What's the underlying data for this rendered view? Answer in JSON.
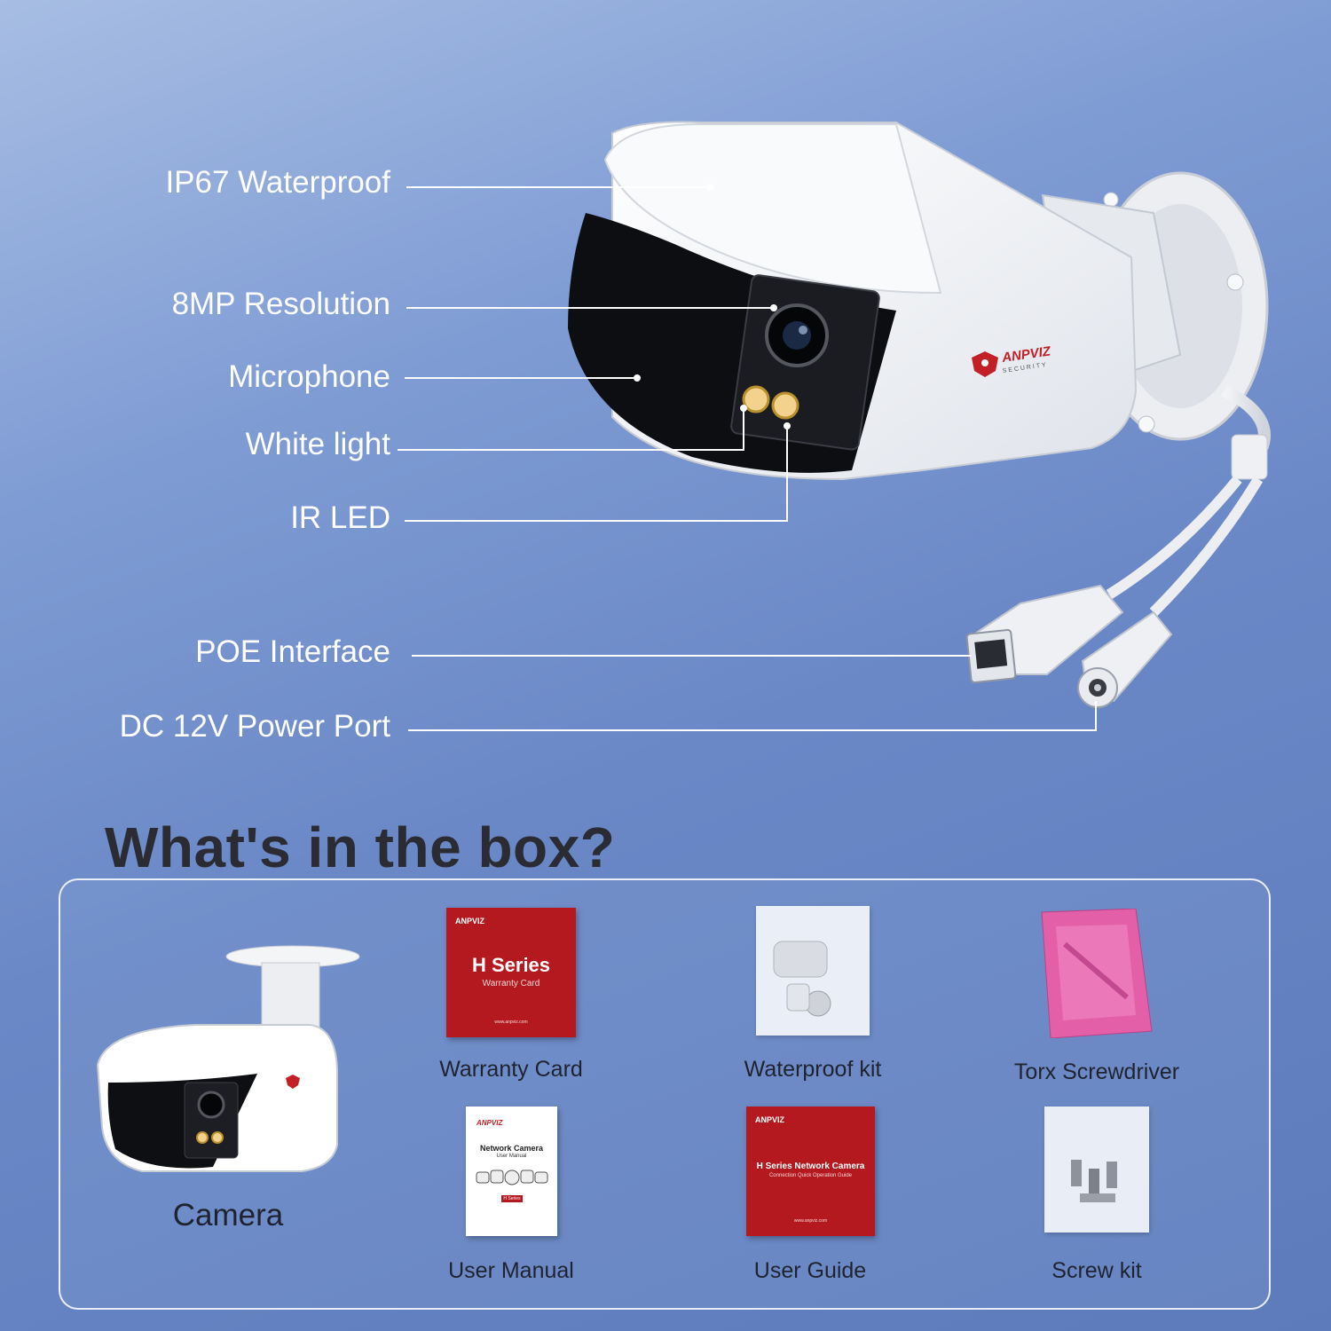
{
  "callouts": [
    {
      "label": "IP67 Waterproof"
    },
    {
      "label": "8MP Resolution"
    },
    {
      "label": "Microphone"
    },
    {
      "label": "White light"
    },
    {
      "label": "IR LED"
    },
    {
      "label": "POE Interface"
    },
    {
      "label": "DC 12V Power Port"
    }
  ],
  "brand": {
    "name": "ANPVIZ",
    "tagline": "SECURITY"
  },
  "box": {
    "title": "What's in the box?",
    "items": [
      {
        "label": "Camera"
      },
      {
        "label": "Warranty Card"
      },
      {
        "label": "Waterproof kit"
      },
      {
        "label": "Torx Screwdriver"
      },
      {
        "label": "User Manual"
      },
      {
        "label": "User Guide"
      },
      {
        "label": "Screw kit"
      }
    ],
    "warranty_card": {
      "title": "H Series",
      "subtitle": "Warranty Card",
      "url": "www.anpviz.com"
    },
    "user_manual": {
      "title": "Network Camera",
      "subtitle": "User Manual",
      "badge": "H Series"
    },
    "user_guide": {
      "title": "H Series Network Camera",
      "subtitle": "Connection Quick Operation Guide",
      "url": "www.anpviz.com"
    }
  },
  "colors": {
    "accent_red": "#b4191f",
    "label_white": "#ffffff",
    "title_dark": "#2a2b33"
  }
}
